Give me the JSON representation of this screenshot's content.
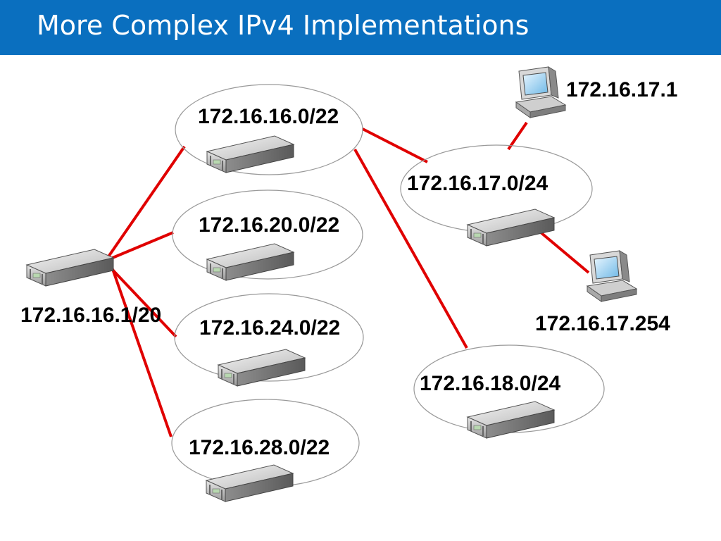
{
  "slide": {
    "title": "More Complex IPv4 Implementations",
    "header_color": "#0a6fbf",
    "link_color": "#e00000"
  },
  "devices": {
    "core_router": {
      "icon": "server-icon",
      "label": "172.16.16.1/20"
    },
    "subnets": [
      {
        "icon": "server-icon",
        "label": "172.16.16.0/22"
      },
      {
        "icon": "server-icon",
        "label": "172.16.20.0/22"
      },
      {
        "icon": "server-icon",
        "label": "172.16.24.0/22"
      },
      {
        "icon": "server-icon",
        "label": "172.16.28.0/22"
      },
      {
        "icon": "server-icon",
        "label": "172.16.17.0/24"
      },
      {
        "icon": "server-icon",
        "label": "172.16.18.0/24"
      }
    ],
    "hosts": [
      {
        "icon": "computer-icon",
        "label": "172.16.17.1"
      },
      {
        "icon": "computer-icon",
        "label": "172.16.17.254"
      }
    ]
  }
}
